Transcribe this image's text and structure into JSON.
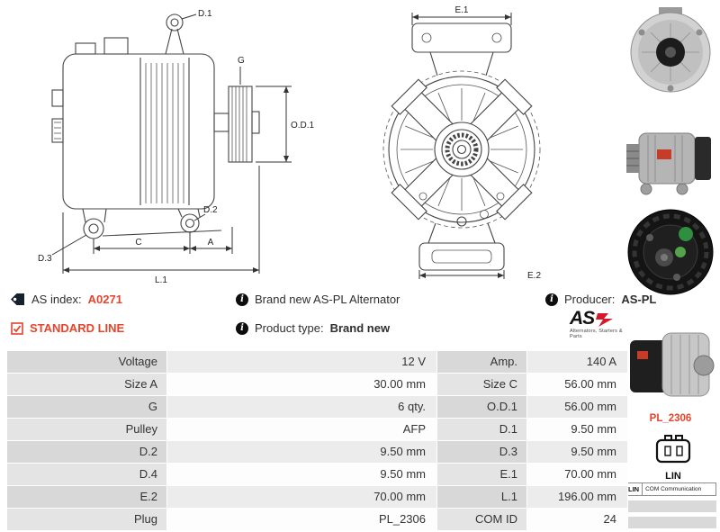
{
  "colors": {
    "accent_red": "#e8432b",
    "table_row_odd": "#ececec",
    "table_row_even": "#fdfdfd",
    "table_label_odd": "#d8d8d8",
    "table_label_even": "#e4e4e4"
  },
  "icons": {
    "info_glyph": "i"
  },
  "diagrams": {
    "side_view": {
      "labels": {
        "d1": "D.1",
        "g": "G",
        "od1": "O.D.1",
        "d2": "D.2",
        "d3": "D.3",
        "c": "C",
        "a": "A",
        "l1": "L.1"
      }
    },
    "front_view": {
      "labels": {
        "e1": "E.1",
        "e2": "E.2"
      }
    }
  },
  "info": {
    "as_index_label": "AS index:",
    "as_index_value": "A0271",
    "brand_new_text": "Brand new AS-PL Alternator",
    "producer_label": "Producer:",
    "producer_value": "AS-PL",
    "standard_line": "STANDARD LINE",
    "product_type_label": "Product type:",
    "product_type_value": "Brand new"
  },
  "logo": {
    "text": "AS",
    "subtext": "Alternators, Starters & Parts"
  },
  "sidebar": {
    "plug_code": "PL_2306",
    "plug_label": "LIN",
    "com_label": "LIN",
    "com_text": "COM Communication"
  },
  "table": {
    "rows": [
      {
        "l1": "Voltage",
        "v1": "12 V",
        "l2": "Amp.",
        "v2": "140 A"
      },
      {
        "l1": "Size A",
        "v1": "30.00 mm",
        "l2": "Size C",
        "v2": "56.00 mm"
      },
      {
        "l1": "G",
        "v1": "6 qty.",
        "l2": "O.D.1",
        "v2": "56.00 mm"
      },
      {
        "l1": "Pulley",
        "v1": "AFP",
        "l2": "D.1",
        "v2": "9.50 mm"
      },
      {
        "l1": "D.2",
        "v1": "9.50 mm",
        "l2": "D.3",
        "v2": "9.50 mm"
      },
      {
        "l1": "D.4",
        "v1": "9.50 mm",
        "l2": "E.1",
        "v2": "70.00 mm"
      },
      {
        "l1": "E.2",
        "v1": "70.00 mm",
        "l2": "L.1",
        "v2": "196.00 mm"
      },
      {
        "l1": "Plug",
        "v1": "PL_2306",
        "l2": "COM ID",
        "v2": "24"
      }
    ]
  }
}
